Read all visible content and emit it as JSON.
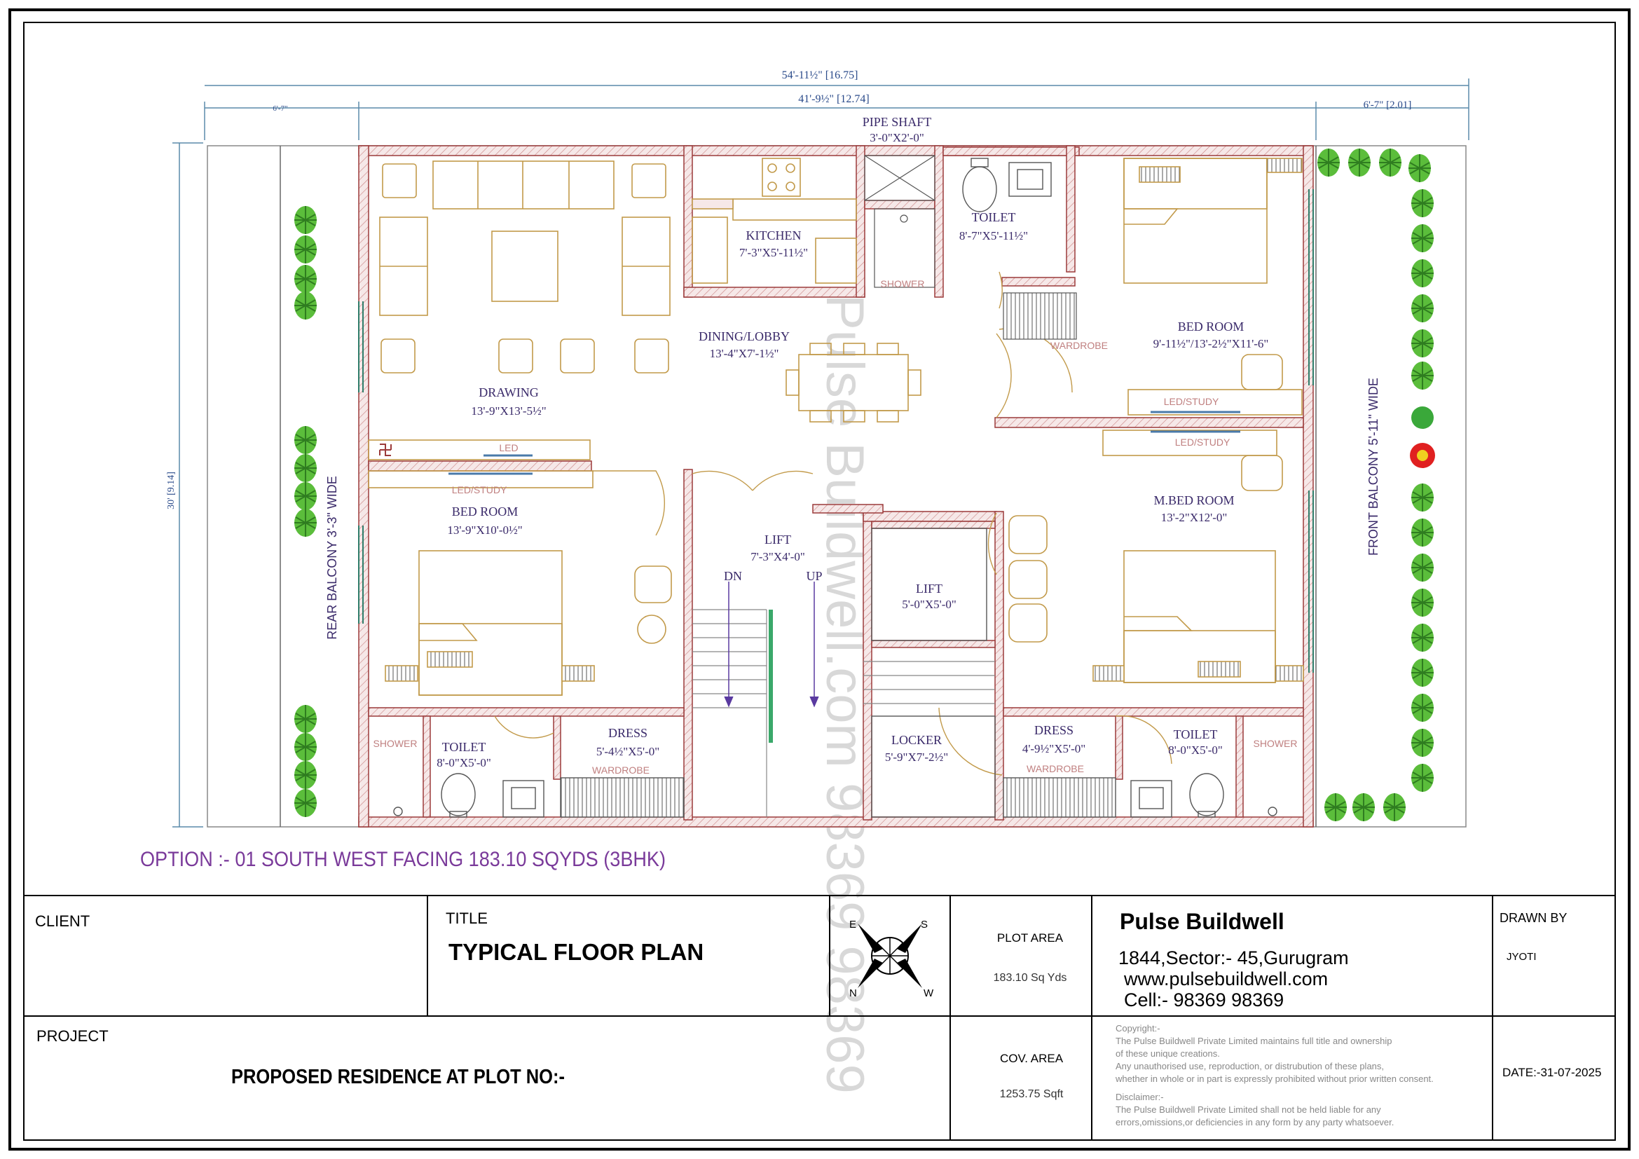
{
  "dimensions": {
    "overall_width": "54'-11½\" [16.75]",
    "inner_width": "41'-9½\" [12.74]",
    "left_offset": "6'-7\"",
    "right_offset": "6'-7\" [2.01]",
    "depth": "30' [9.14]"
  },
  "rooms": {
    "pipe_shaft": {
      "name": "PIPE SHAFT",
      "size": "3'-0\"X2'-0\""
    },
    "kitchen": {
      "name": "KITCHEN",
      "size": "7'-3\"X5'-11½\""
    },
    "toilet_top": {
      "name": "TOILET",
      "size": "8'-7\"X5'-11½\""
    },
    "shower_top": {
      "name": "SHOWER"
    },
    "wardrobe_top": {
      "name": "WARDROBE"
    },
    "bedroom_top": {
      "name": "BED ROOM",
      "size": "9'-11½\"/13'-2½\"X11'-6\""
    },
    "dining": {
      "name": "DINING/LOBBY",
      "size": "13'-4\"X7'-1½\""
    },
    "drawing": {
      "name": "DRAWING",
      "size": "13'-9\"X13'-5½\""
    },
    "led_drawing": "LED",
    "led_study_left": "LED/STUDY",
    "led_study_right_top": "LED/STUDY",
    "led_study_right_bottom": "LED/STUDY",
    "bedroom_left": {
      "name": "BED ROOM",
      "size": "13'-9\"X10'-0½\""
    },
    "lift_stair": {
      "name": "LIFT",
      "size": "7'-3\"X4'-0\""
    },
    "dn": "DN",
    "up": "UP",
    "lift": {
      "name": "LIFT",
      "size": "5'-0\"X5'-0\""
    },
    "master_bed": {
      "name": "M.BED ROOM",
      "size": "13'-2\"X12'-0\""
    },
    "shower_left": "SHOWER",
    "toilet_left": {
      "name": "TOILET",
      "size": "8'-0\"X5'-0\""
    },
    "dress_left": {
      "name": "DRESS",
      "size": "5'-4½\"X5'-0\""
    },
    "wardrobe_left": "WARDROBE",
    "locker": {
      "name": "LOCKER",
      "size": "5'-9\"X7'-2½\""
    },
    "dress_right": {
      "name": "DRESS",
      "size": "4'-9½\"X5'-0\""
    },
    "wardrobe_right": "WARDROBE",
    "toilet_right": {
      "name": "TOILET",
      "size": "8'-0\"X5'-0\""
    },
    "shower_right": "SHOWER",
    "rear_balcony": "REAR BALCONY 3'-3\" WIDE",
    "front_balcony": "FRONT BALCONY 5'-11\" WIDE"
  },
  "option_caption": "OPTION :- 01 SOUTH WEST  FACING 183.10 SQYDS (3BHK)",
  "watermark": "Pulse Buildwell.com 98369 98369",
  "title_block": {
    "client_label": "CLIENT",
    "title_label": "TITLE",
    "title_value": "TYPICAL  FLOOR PLAN",
    "compass": {
      "e": "E",
      "s": "S",
      "n": "N",
      "w": "W"
    },
    "plot_area_label": "PLOT AREA",
    "plot_area_value": "183.10 Sq Yds",
    "company_name": "Pulse Buildwell",
    "company_address": "1844,Sector:- 45,Gurugram",
    "company_web": "www.pulsebuildwell.com",
    "company_cell": "Cell:- 98369 98369",
    "drawn_by_label": "DRAWN BY",
    "drawn_by_value": "JYOTI",
    "project_label": "PROJECT",
    "project_value": "PROPOSED RESIDENCE AT PLOT NO:-",
    "cov_area_label": "COV. AREA",
    "cov_area_value": "1253.75 Sqft",
    "copyright_lines": [
      "Copyright:-",
      "The Pulse Buildwell Private Limited maintains full title and ownership",
      " of these unique creations.",
      "Any unauthorised use, reproduction, or distrubution of these plans,",
      "whether in whole or in part is expressly prohibited without prior written consent.",
      "Disclaimer:-",
      "The Pulse Buildwell Private Limited shall not be held liable for any",
      "errors,omissions,or deficiencies in any form by any party whatsoever."
    ],
    "date": "DATE:-31-07-2025"
  },
  "colors": {
    "wall": "#9b3a3a",
    "furniture": "#c29a4a",
    "label": "#3a2a6a",
    "annotation": "#c08080",
    "dimension": "#2a4a8a",
    "caption": "#7a3a9a",
    "plant": "#3aa83a",
    "border": "#000000"
  },
  "icons": {
    "swastik": "swastik-icon",
    "compass": "compass-rose-icon"
  }
}
